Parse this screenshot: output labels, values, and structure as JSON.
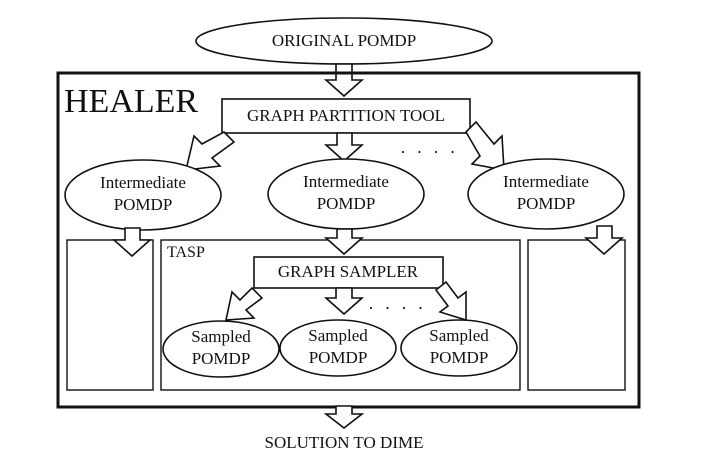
{
  "nodes": {
    "original_pomdp": "ORIGINAL POMDP",
    "healer": "HEALER",
    "graph_partition_tool": "GRAPH PARTITION TOOL",
    "ellipsis_top": "· · · ·",
    "intermediate": [
      {
        "line1": "Intermediate",
        "line2": "POMDP"
      },
      {
        "line1": "Intermediate",
        "line2": "POMDP"
      },
      {
        "line1": "Intermediate",
        "line2": "POMDP"
      }
    ],
    "tasp": "TASP",
    "graph_sampler": "GRAPH SAMPLER",
    "ellipsis_mid": "· · · ·",
    "sampled": [
      {
        "line1": "Sampled",
        "line2": "POMDP"
      },
      {
        "line1": "Sampled",
        "line2": "POMDP"
      },
      {
        "line1": "Sampled",
        "line2": "POMDP"
      }
    ],
    "solution": "SOLUTION TO DIME"
  }
}
